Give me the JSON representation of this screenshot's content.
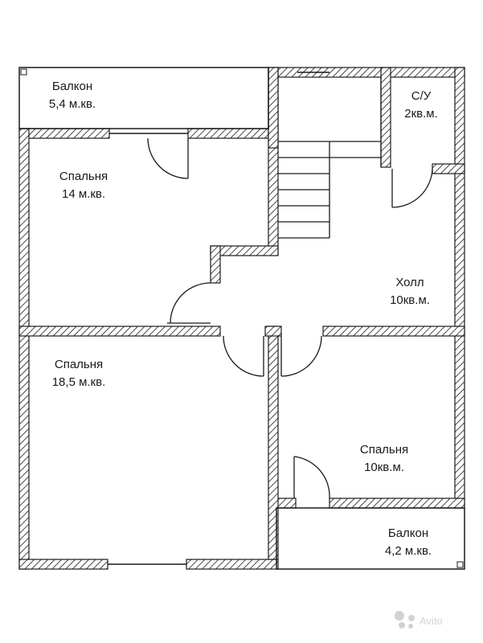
{
  "rooms": [
    {
      "id": "balcony-top",
      "name": "Балкон",
      "area": "5,4 м.кв."
    },
    {
      "id": "bathroom",
      "name": "С/У",
      "area": "2кв.м."
    },
    {
      "id": "bedroom-14",
      "name": "Спальня",
      "area": "14 м.кв."
    },
    {
      "id": "hall",
      "name": "Холл",
      "area": "10кв.м."
    },
    {
      "id": "bedroom-18",
      "name": "Спальня",
      "area": "18,5 м.кв."
    },
    {
      "id": "bedroom-10",
      "name": "Спальня",
      "area": "10кв.м."
    },
    {
      "id": "balcony-bottom",
      "name": "Балкон",
      "area": "4,2 м.кв."
    }
  ],
  "watermark": {
    "text": "Avito"
  },
  "colors": {
    "wall_line": "#1a1a1a",
    "hatch": "#1a1a1a",
    "background": "#ffffff",
    "watermark": "#d2d2d2"
  }
}
